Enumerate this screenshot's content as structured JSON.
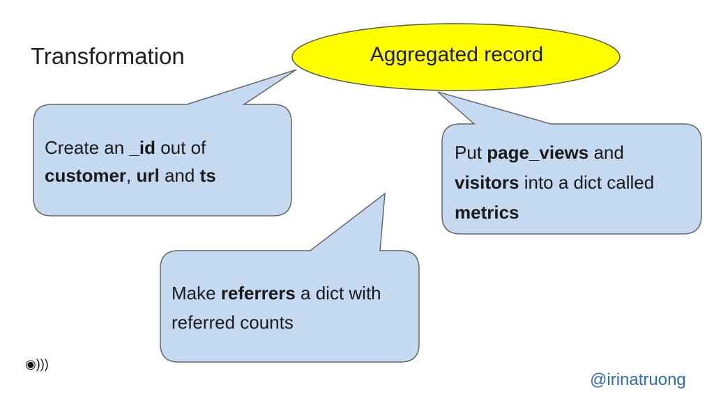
{
  "title": "Transformation",
  "oval": {
    "label": "Aggregated record",
    "fill": "#ffff00"
  },
  "callout_fill": "#c5d9f1",
  "callouts": [
    {
      "runs": [
        {
          "text": "Create an ",
          "bold": false
        },
        {
          "text": "_id",
          "bold": true
        },
        {
          "text": " out of ",
          "bold": false
        },
        {
          "text": "customer",
          "bold": true
        },
        {
          "text": ", ",
          "bold": false
        },
        {
          "text": "url",
          "bold": true
        },
        {
          "text": " and ",
          "bold": false
        },
        {
          "text": "ts",
          "bold": true
        }
      ]
    },
    {
      "runs": [
        {
          "text": "Put ",
          "bold": false
        },
        {
          "text": "page_views",
          "bold": true
        },
        {
          "text": " and ",
          "bold": false
        },
        {
          "text": "visitors",
          "bold": true
        },
        {
          "text": " into a dict called ",
          "bold": false
        },
        {
          "text": "metrics",
          "bold": true
        }
      ]
    },
    {
      "runs": [
        {
          "text": "Make ",
          "bold": false
        },
        {
          "text": "referrers",
          "bold": true
        },
        {
          "text": " a dict with referred counts",
          "bold": false
        }
      ]
    }
  ],
  "speaker_icon": "speaker-icon",
  "handle": "@irinatruong",
  "handle_color": "#2f6db0"
}
